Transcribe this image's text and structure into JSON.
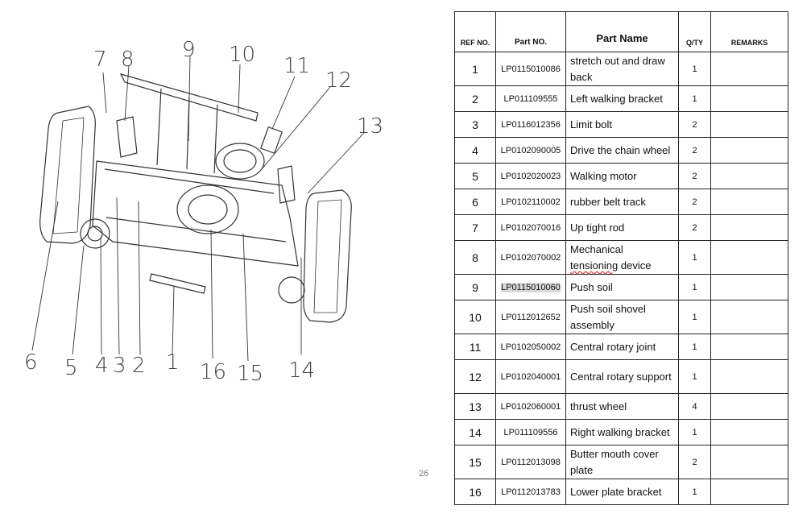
{
  "table": {
    "headers": {
      "ref": "REF NO.",
      "part_no": "Part NO.",
      "name": "Part Name",
      "qty": "Q/TY",
      "remarks": "REMARKS"
    },
    "rows": [
      {
        "ref": "1",
        "part_no": "LP0115010086",
        "name": "stretch out and draw back",
        "qty": "1",
        "remarks": ""
      },
      {
        "ref": "2",
        "part_no": "LP011109555",
        "name": "Left walking bracket",
        "qty": "1",
        "remarks": ""
      },
      {
        "ref": "3",
        "part_no": "LP0116012356",
        "name": "Limit bolt",
        "qty": "2",
        "remarks": ""
      },
      {
        "ref": "4",
        "part_no": "LP0102090005",
        "name": "Drive the chain wheel",
        "qty": "2",
        "remarks": ""
      },
      {
        "ref": "5",
        "part_no": "LP0102020023",
        "name": "Walking motor",
        "qty": "2",
        "remarks": ""
      },
      {
        "ref": "6",
        "part_no": "LP0102110002",
        "name": "rubber belt track",
        "qty": "2",
        "remarks": ""
      },
      {
        "ref": "7",
        "part_no": "LP0102070016",
        "name": "Up tight rod",
        "qty": "2",
        "remarks": ""
      },
      {
        "ref": "8",
        "part_no": "LP0102070002",
        "name_a": "Mechanical",
        "name_b": "tensioning",
        "name_c": " device",
        "qty": "1",
        "remarks": ""
      },
      {
        "ref": "9",
        "part_no": "LP0115010060",
        "name": "Push soil",
        "qty": "1",
        "remarks": ""
      },
      {
        "ref": "10",
        "part_no": "LP0112012652",
        "name": "Push soil shovel assembly",
        "qty": "1",
        "remarks": ""
      },
      {
        "ref": "11",
        "part_no": "LP0102050002",
        "name": "Central rotary joint",
        "qty": "1",
        "remarks": ""
      },
      {
        "ref": "12",
        "part_no": "LP0102040001",
        "name": "Central rotary support",
        "qty": "1",
        "remarks": ""
      },
      {
        "ref": "13",
        "part_no": "LP0102060001",
        "name": "thrust wheel",
        "qty": "4",
        "remarks": ""
      },
      {
        "ref": "14",
        "part_no": "LP011109556",
        "name": "Right walking bracket",
        "qty": "1",
        "remarks": ""
      },
      {
        "ref": "15",
        "part_no": "LP0112013098",
        "name": "Butter mouth cover plate",
        "qty": "2",
        "remarks": ""
      },
      {
        "ref": "16",
        "part_no": "LP0112013783",
        "name": "Lower plate bracket",
        "qty": "1",
        "remarks": ""
      }
    ]
  },
  "diagram": {
    "callouts": [
      "1",
      "2",
      "3",
      "4",
      "5",
      "6",
      "7",
      "8",
      "9",
      "10",
      "11",
      "12",
      "13",
      "14",
      "15",
      "16"
    ]
  },
  "page_number": "26"
}
